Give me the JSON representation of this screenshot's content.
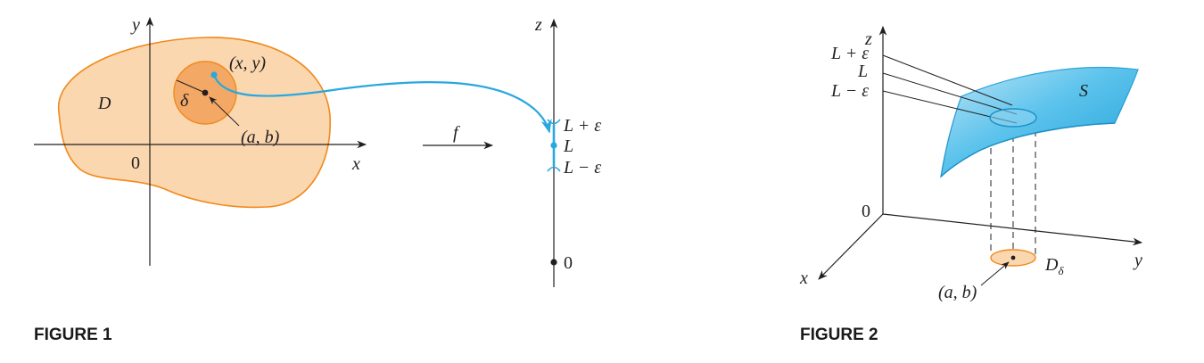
{
  "figure1": {
    "caption": "FIGURE 1",
    "region_label": "D",
    "origin_label": "0",
    "x_axis_label": "x",
    "y_axis_label": "y",
    "point_xy_label": "(x, y)",
    "point_ab_label": "(a, b)",
    "delta_label": "δ",
    "map_label": "f",
    "z_axis_label": "z",
    "upper_label": "L + ε",
    "mid_label": "L",
    "lower_label": "L − ε",
    "z_origin_label": "0"
  },
  "figure2": {
    "caption": "FIGURE 2",
    "z_axis_label": "z",
    "upper_label": "L + ε",
    "mid_label": "L",
    "lower_label": "L − ε",
    "origin_label": "0",
    "surface_label": "S",
    "x_axis_label": "x",
    "y_axis_label": "y",
    "point_ab_label": "(a, b)",
    "disk_label": "D",
    "disk_subscript": "δ"
  },
  "colors": {
    "region_fill": "#fbd7b0",
    "region_stroke": "#f08a1c",
    "disk_fill": "#f3a866",
    "curve_blue": "#29a8df",
    "surface_blue": "#3db4e6"
  }
}
